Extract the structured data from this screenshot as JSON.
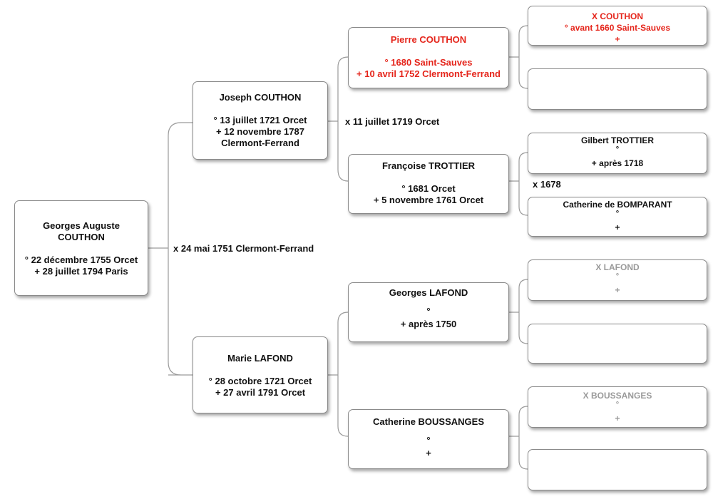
{
  "root": {
    "name1": "Georges Auguste",
    "name2": "COUTHON",
    "birth": "° 22 décembre 1755 Orcet",
    "death": "+ 28 juillet 1794 Paris"
  },
  "marriage_root": "x 24 mai 1751 Clermont-Ferrand",
  "father": {
    "name": "Joseph COUTHON",
    "birth": "° 13 juillet 1721 Orcet",
    "death1": "+ 12 novembre 1787",
    "death2": "Clermont-Ferrand"
  },
  "marriage_father": "x 11 juillet 1719 Orcet",
  "mother": {
    "name": "Marie LAFOND",
    "birth": "° 28 octobre 1721 Orcet",
    "death": "+ 27 avril 1791 Orcet"
  },
  "pgf": {
    "name": "Pierre COUTHON",
    "birth": "° 1680 Saint-Sauves",
    "death": "+ 10 avril 1752 Clermont-Ferrand",
    "color": "#e5251b"
  },
  "pgm": {
    "name": "Françoise TROTTIER",
    "birth": "° 1681 Orcet",
    "death": "+ 5 novembre 1761 Orcet"
  },
  "mgf": {
    "name": "Georges LAFOND",
    "birth": "°",
    "death": "+ après 1750"
  },
  "mgm": {
    "name": "Catherine BOUSSANGES",
    "birth": "°",
    "death": "+"
  },
  "ggf1": {
    "name": "X COUTHON",
    "birth": "° avant 1660 Saint-Sauves",
    "death": "+"
  },
  "ggf2": {
    "name": "Gilbert TROTTIER",
    "birth": "°",
    "death": "+ après 1718"
  },
  "marriage_ggf2": "x 1678",
  "ggm2": {
    "name": "Catherine de BOMPARANT",
    "birth": "°",
    "death": "+"
  },
  "ggf3": {
    "name": "X LAFOND",
    "birth": "°",
    "death": "+"
  },
  "ggf4": {
    "name": "X BOUSSANGES",
    "birth": "°",
    "death": "+"
  }
}
